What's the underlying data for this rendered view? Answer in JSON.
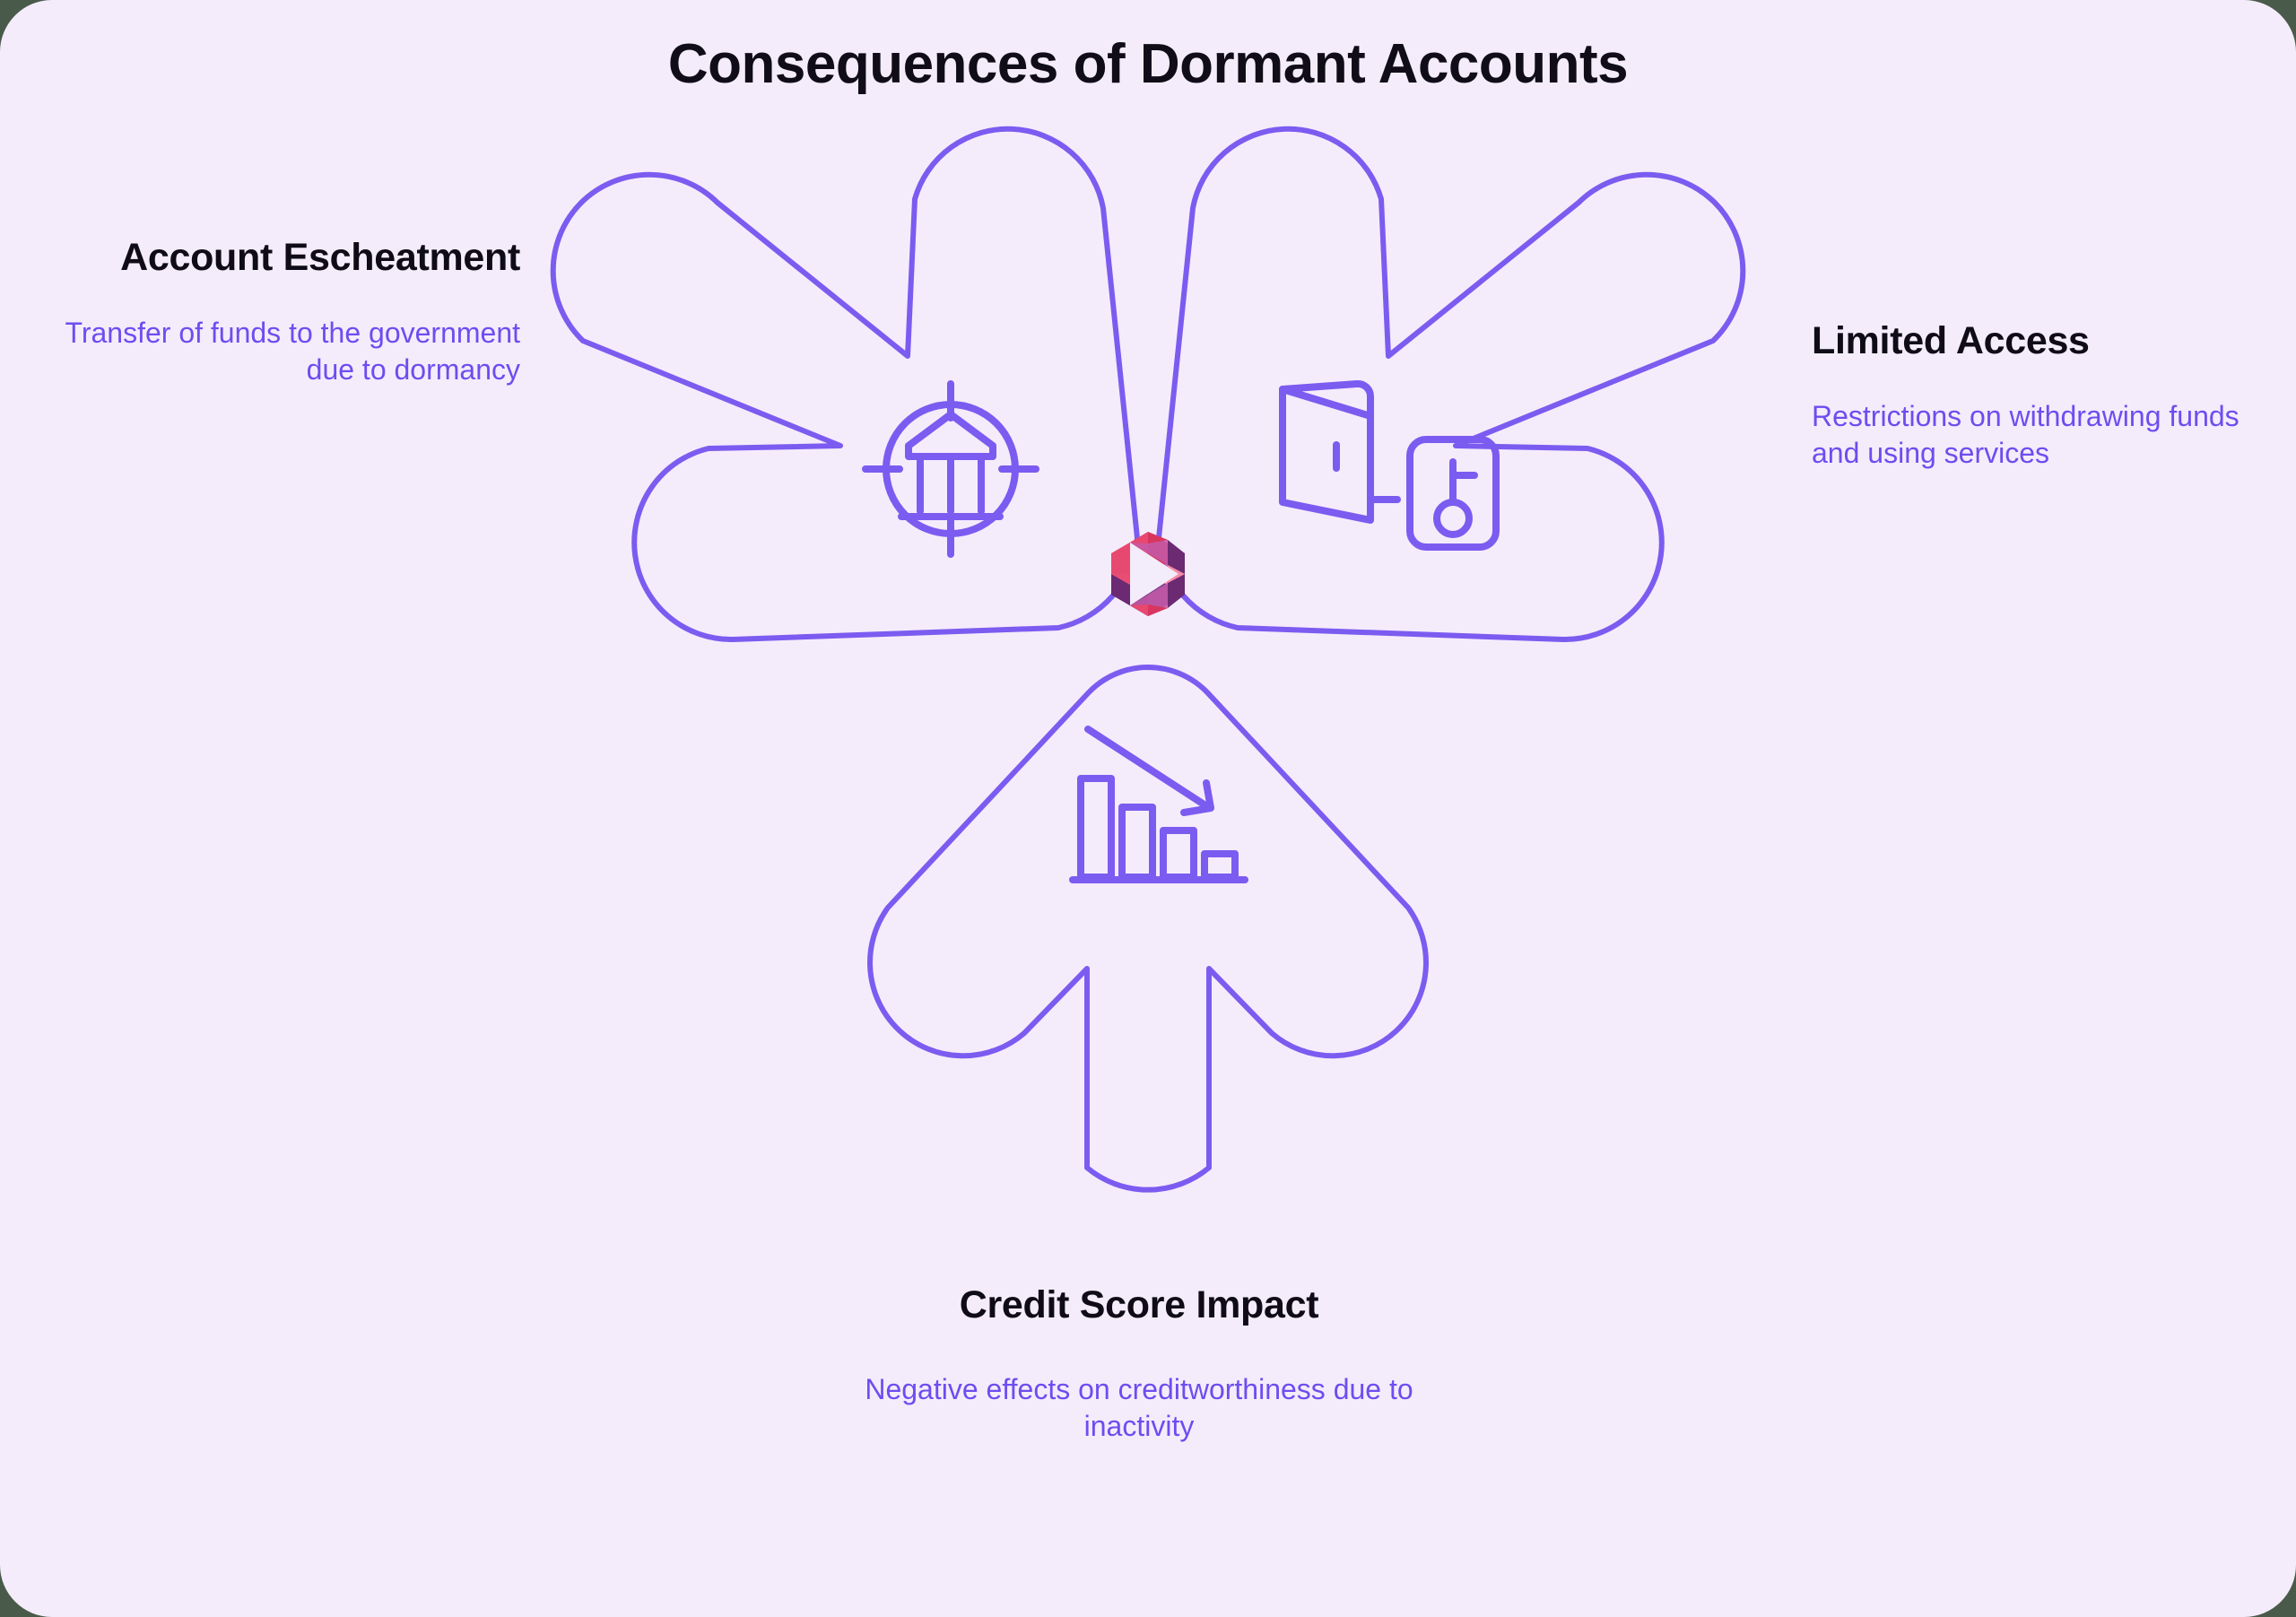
{
  "page": {
    "title": "Consequences of Dormant Accounts",
    "background_color": "#f4ecfb",
    "accent_color": "#7b5cf0",
    "heading_color": "#0f0b17",
    "outer_color": "#4a5a4a"
  },
  "center_logo": {
    "icon_name": "hexagon-prism-logo",
    "colors": [
      "#e8456b",
      "#d8345f",
      "#f07f9e",
      "#b868b5",
      "#6b2a72",
      "#f3ecfa",
      "#e05a86",
      "#c45ba8",
      "#7e3e8e"
    ]
  },
  "panels": [
    {
      "id": "account-escheatment",
      "title": "Account Escheatment",
      "description": "Transfer of funds to the government due to dormancy",
      "icon_name": "bank-target-icon"
    },
    {
      "id": "limited-access",
      "title": "Limited Access",
      "description": "Restrictions on withdrawing funds and using services",
      "icon_name": "open-door-keycard-icon"
    },
    {
      "id": "credit-score-impact",
      "title": "Credit Score Impact",
      "description": "Negative effects on creditworthiness due to inactivity",
      "icon_name": "declining-bar-chart-icon"
    }
  ]
}
